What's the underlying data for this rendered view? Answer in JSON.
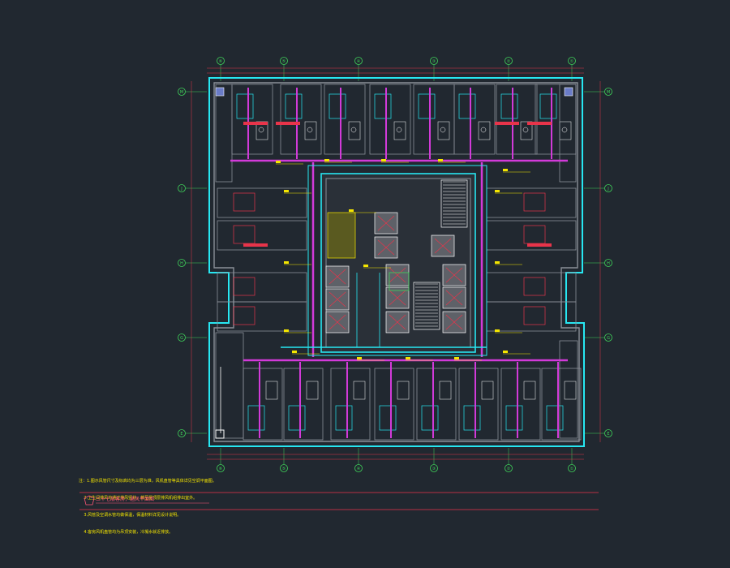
{
  "canvas": {
    "background": "#212830"
  },
  "colors": {
    "wall": "#8a8f98",
    "outline_cyan": "#27e7f2",
    "duct_magenta": "#d23ad9",
    "red_line": "#e8344a",
    "yellow_text": "#f5e600",
    "green_axis": "#3fd45a",
    "white": "#ffffff",
    "core_fill": "#5e6168"
  },
  "axes": {
    "top": [
      "⑥",
      "⑤",
      "④",
      "③",
      "②",
      "①"
    ],
    "left": [
      "M",
      "J",
      "H",
      "G",
      "E"
    ],
    "right": [
      "M",
      "J",
      "H",
      "G",
      "E"
    ],
    "bottom": [
      "⑥",
      "⑤",
      "④",
      "③",
      "②",
      "①"
    ]
  },
  "notes": [
    "注：1.图示风管尺寸及标高均为三层为准，风机盘管等具体详见空调平面图。",
    "    2.卫生间排风均通过排风竖井，排至屋顶层排风机组排出室外。",
    "    3.风管及空调水管均做保温，保温材料详见设计说明。",
    "    4.客房风机盘管均为吊顶安装，冷凝水就近排放。"
  ],
  "drawing_title": "三十七层客房，通风平面图",
  "icons": {
    "north_arrow": "north-arrow-icon"
  }
}
